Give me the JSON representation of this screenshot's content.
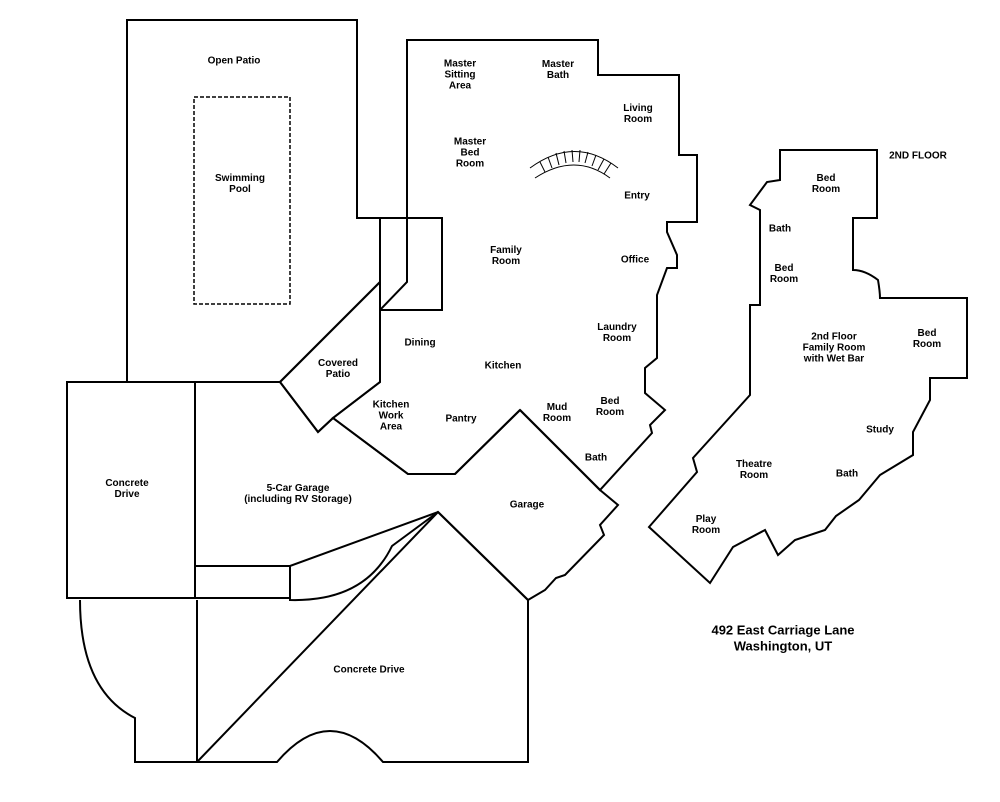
{
  "floor_tag": "2ND FLOOR",
  "address": {
    "line1": "492 East Carriage Lane",
    "line2": "Washington, UT"
  },
  "rooms": {
    "open_patio": "Open Patio",
    "swimming_pool": "Swimming\nPool",
    "master_sitting_area": "Master\nSitting\nArea",
    "master_bath": "Master\nBath",
    "living_room": "Living\nRoom",
    "master_bed_room": "Master\nBed\nRoom",
    "entry": "Entry",
    "family_room": "Family\nRoom",
    "office": "Office",
    "laundry_room": "Laundry\nRoom",
    "dining": "Dining",
    "covered_patio": "Covered\nPatio",
    "kitchen": "Kitchen",
    "kitchen_work_area": "Kitchen\nWork\nArea",
    "pantry": "Pantry",
    "mud_room": "Mud\nRoom",
    "bed_room_main": "Bed\nRoom",
    "bath_main": "Bath",
    "garage": "Garage",
    "five_car_garage": "5-Car Garage\n(including RV Storage)",
    "concrete_drive_left": "Concrete\nDrive",
    "concrete_drive_bottom": "Concrete Drive",
    "bed_room_2a": "Bed\nRoom",
    "bath_2a": "Bath",
    "bed_room_2b": "Bed\nRoom",
    "second_floor_family_room": "2nd Floor\nFamily Room\nwith Wet Bar",
    "bed_room_2c": "Bed\nRoom",
    "study": "Study",
    "theatre_room": "Theatre\nRoom",
    "bath_2b": "Bath",
    "play_room": "Play\nRoom"
  }
}
